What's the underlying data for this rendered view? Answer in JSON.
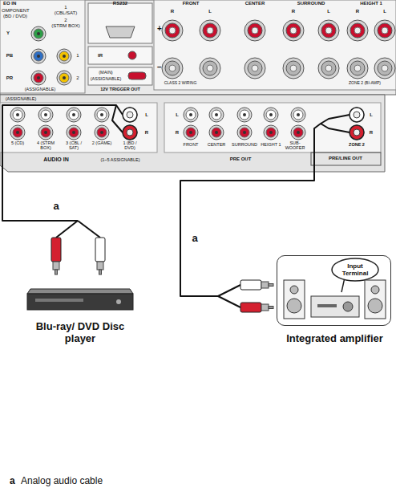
{
  "diagram": {
    "nodes": [
      {
        "text": [
          "Blu-ray/ DVD Disc player"
        ]
      },
      {
        "text": [
          "Input Terminal",
          "Integrated amplifier"
        ]
      }
    ],
    "labels": [
      "EO IN",
      "OMPONENT",
      "(BD / DVD)",
      "1",
      "(CBL/SAT)",
      "2",
      "(STRM BOX)",
      "Y",
      "PB",
      "PR",
      "1",
      "2",
      "(ASSIGNABLE)",
      "RS232",
      "IR",
      "(MAIN)",
      "(ASSIGNABLE)",
      "12V TRIGGER OUT",
      "FRONT",
      "CENTER",
      "SURROUND",
      "HEIGHT 1",
      "R",
      "L",
      "R",
      "L",
      "R",
      "L",
      "+",
      "−",
      "CLASS 2 WIRING",
      "ZONE 2 (BI-AMP)",
      "(ASSIGNABLE)",
      "5 (CD)",
      "4 (STRM BOX)",
      "3 (CBL / SAT)",
      "2 (GAME)",
      "1 (BD / DVD)",
      "L",
      "R",
      "AUDIO IN",
      "(1~5 ASSIGNABLE)",
      "L",
      "R",
      "FRONT",
      "CENTER",
      "SURROUND",
      "HEIGHT 1",
      "SUB-WOOFER",
      "ZONE 2",
      "L",
      "R",
      "PRE OUT",
      "PRE/LINE OUT",
      "a",
      "a",
      "a",
      "Analog audio cable"
    ]
  }
}
